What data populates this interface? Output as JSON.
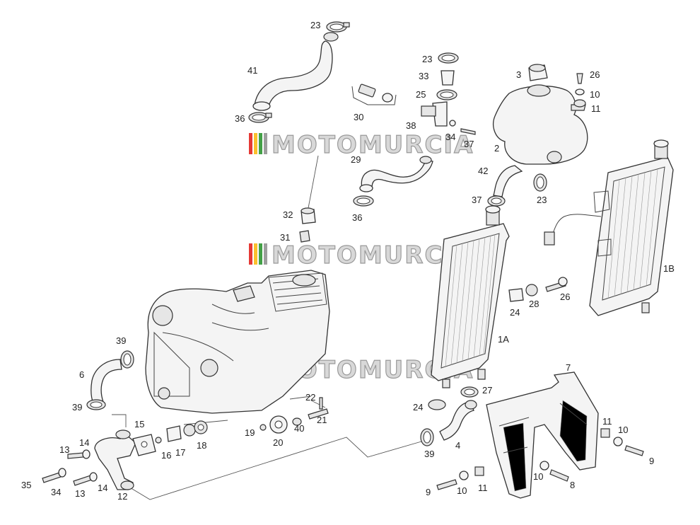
{
  "diagram": {
    "watermark_text": "MOTOMURCIA",
    "watermark_stripe_colors": [
      "#e53935",
      "#fbc02d",
      "#43a047",
      "#9e9e9e"
    ],
    "labels": {
      "l23a": "23",
      "l41": "41",
      "l36a": "36",
      "l30": "30",
      "l23b": "23",
      "l33": "33",
      "l25": "25",
      "l38": "38",
      "l34a": "34",
      "l37a": "37",
      "l29": "29",
      "l36b": "36",
      "l3": "3",
      "l26a": "26",
      "l10a": "10",
      "l11a": "11",
      "l2": "2",
      "l42": "42",
      "l37b": "37",
      "l23c": "23",
      "l32": "32",
      "l31": "31",
      "l1B": "1B",
      "l1A": "1A",
      "l24a": "24",
      "l28": "28",
      "l26b": "26",
      "l39a": "39",
      "l6": "6",
      "l39b": "39",
      "l22": "22",
      "l21": "21",
      "l40": "40",
      "l19": "19",
      "l20": "20",
      "l15": "15",
      "l16": "16",
      "l17": "17",
      "l18": "18",
      "l14a": "14",
      "l13a": "13",
      "l35": "35",
      "l34b": "34",
      "l13b": "13",
      "l14b": "14",
      "l12": "12",
      "l27": "27",
      "l24b": "24",
      "l4": "4",
      "l39c": "39",
      "l7": "7",
      "l11b": "11",
      "l10b": "10",
      "l9a": "9",
      "l9b": "9",
      "l10c": "10",
      "l11c": "11",
      "l10d": "10",
      "l8": "8"
    }
  }
}
